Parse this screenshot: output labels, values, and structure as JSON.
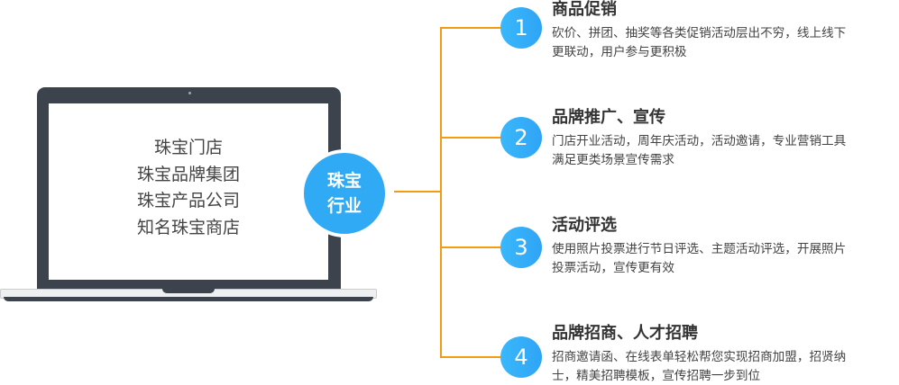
{
  "center": {
    "line1": "珠宝",
    "line2": "行业"
  },
  "screen_lines": [
    "珠宝门店",
    "珠宝品牌集团",
    "珠宝产品公司",
    "知名珠宝商店"
  ],
  "items": [
    {
      "number": "1",
      "title": "商品促销",
      "desc_lines": [
        "砍价、拼团、抽奖等各类促销活动层出不穷，线上线下",
        "更联动，用户参与更积极"
      ]
    },
    {
      "number": "2",
      "title": "品牌推广、宣传",
      "desc_lines": [
        "门店开业活动，周年庆活动，活动邀请，专业营销工具",
        "满足更类场景宣传需求"
      ]
    },
    {
      "number": "3",
      "title": "活动评选",
      "desc_lines": [
        "使用照片投票进行节日评选、主题活动评选，开展照片",
        "投票活动，宣传更有效"
      ]
    },
    {
      "number": "4",
      "title": "品牌招商、人才招聘",
      "desc_lines": [
        "招商邀请函、在线表单轻松帮您实现招商加盟，招贤纳",
        "士，精美招聘模板，宣传招聘一步到位"
      ]
    }
  ],
  "colors": {
    "accent": "#30aaf5",
    "connector": "#f39c12",
    "laptop": "#3d434c"
  }
}
